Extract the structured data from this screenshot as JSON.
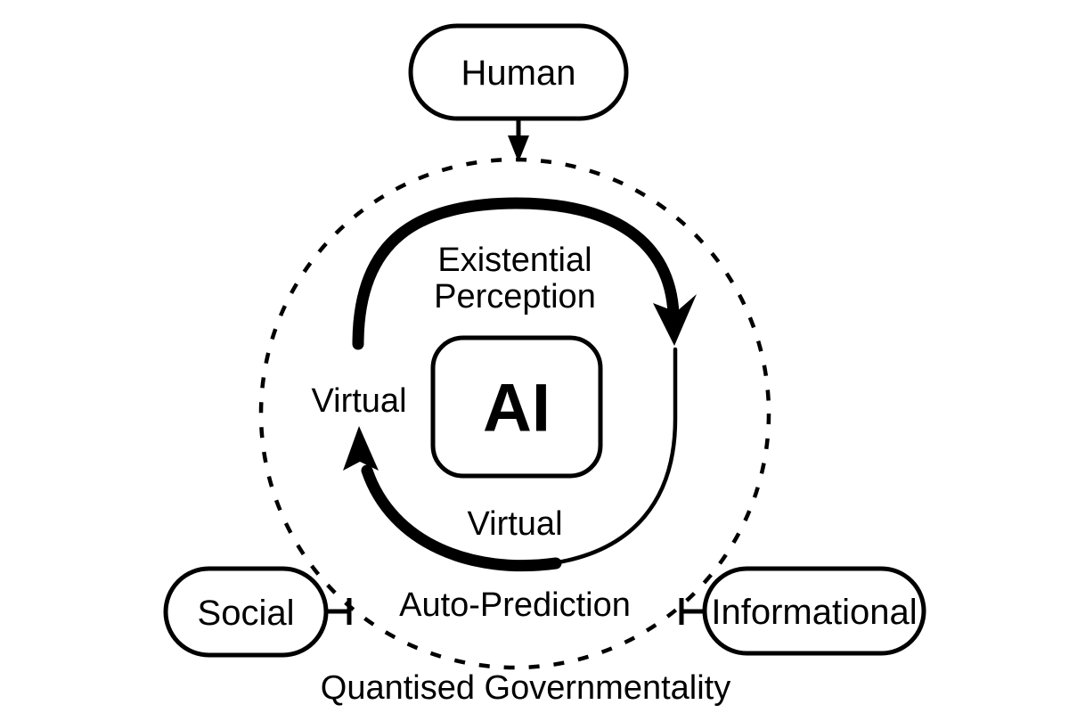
{
  "diagram": {
    "title": "Quantised Governmentality",
    "caption": "Quantised Governmentality",
    "background_color": "#ffffff",
    "stroke_color": "#000000"
  },
  "core": {
    "label": "AI",
    "shape": "rounded-square"
  },
  "nodes": [
    {
      "id": "human",
      "label": "Human",
      "position": "top",
      "shape": "pill"
    },
    {
      "id": "social",
      "label": "Social",
      "position": "bottom-left",
      "shape": "pill"
    },
    {
      "id": "informational",
      "label": "Informational",
      "position": "bottom-right",
      "shape": "pill"
    }
  ],
  "cycle": {
    "top_label_line1": "Existential",
    "top_label_line2": "Perception",
    "bottom_label": "Auto-Prediction",
    "left_label": "Virtual",
    "inner_bottom_label": "Virtual"
  },
  "boundary": {
    "label": "Quantised Governmentality",
    "style": "dotted-circle"
  },
  "connectors": [
    {
      "from": "human",
      "to": "boundary",
      "style": "arrow",
      "direction": "down"
    },
    {
      "from": "social",
      "to": "boundary",
      "style": "bar-end",
      "direction": "right"
    },
    {
      "from": "informational",
      "to": "boundary",
      "style": "bar-end",
      "direction": "left"
    }
  ]
}
